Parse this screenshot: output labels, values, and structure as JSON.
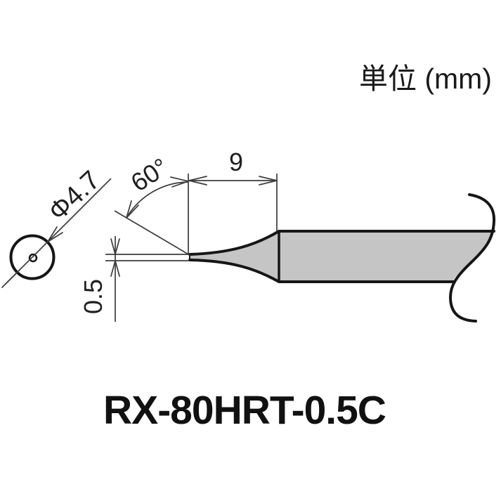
{
  "drawing": {
    "unit_label": "単位 (mm)",
    "model_number": "RX-80HRT-0.5C",
    "dimensions": {
      "diameter": "Φ4.7",
      "angle": "60°",
      "shaft_length": "9",
      "tip_width": "0.5"
    },
    "colors": {
      "background": "#ffffff",
      "outline": "#161616",
      "dimension_line": "#3c3c3c",
      "metal_fill": "#c4c5c4"
    }
  }
}
